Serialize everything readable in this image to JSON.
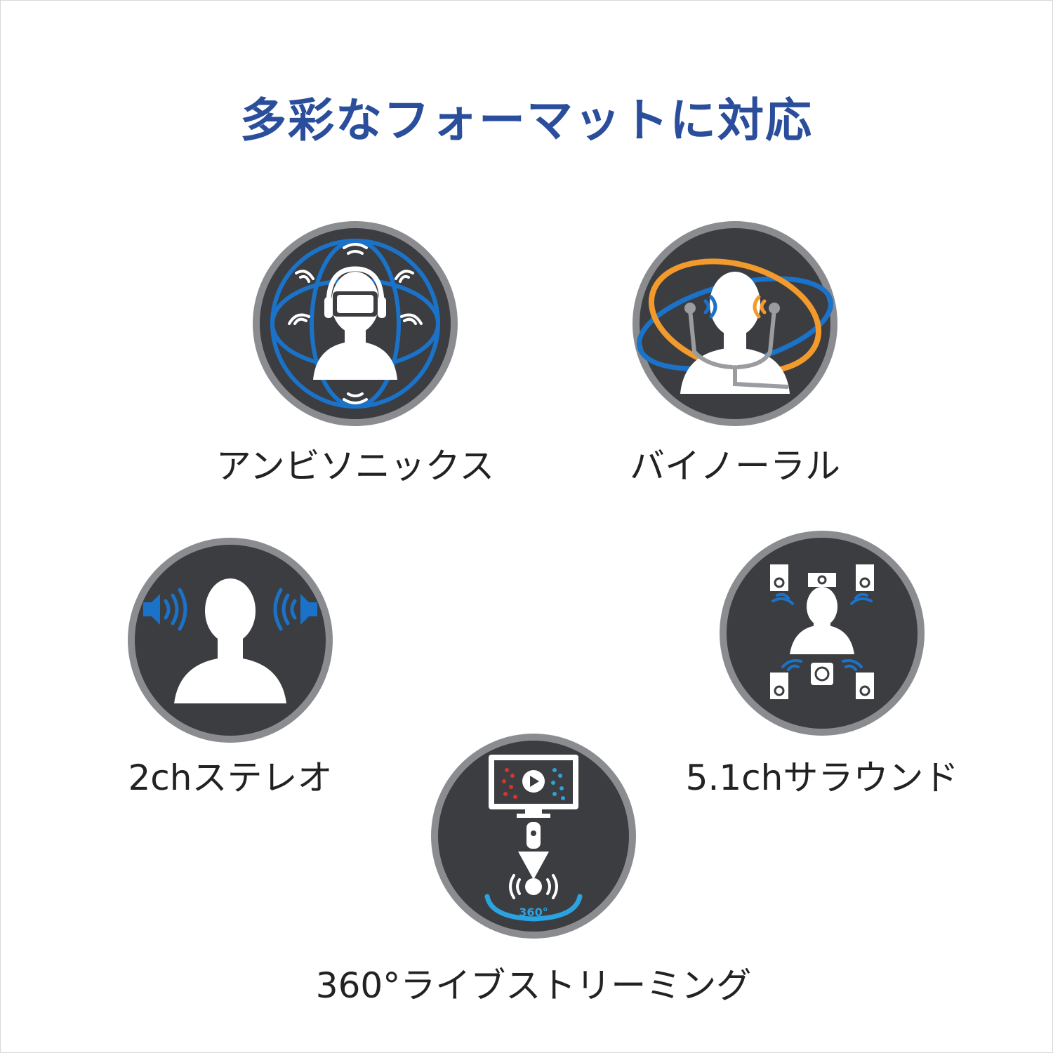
{
  "title": "多彩なフォーマットに対応",
  "features": [
    {
      "label": "アンビソニックス",
      "icon": "vr-headset-globe-icon"
    },
    {
      "label": "バイノーラル",
      "icon": "binaural-earphones-icon"
    },
    {
      "label": "2chステレオ",
      "icon": "stereo-speakers-icon"
    },
    {
      "label": "5.1chサラウンド",
      "icon": "surround-speakers-icon"
    },
    {
      "label": "360°ライブストリーミング",
      "icon": "live-stream-360-icon"
    },
    {
      "label": "360°",
      "icon": "360-ring-text"
    }
  ],
  "colors": {
    "title": "#2a4e9b",
    "badge_fill": "#3c3d41",
    "badge_ring": "#8a8c90",
    "blue": "#1a73c9",
    "orange": "#f39a2c",
    "light_blue": "#2aa3e0",
    "red": "#d9332e"
  }
}
